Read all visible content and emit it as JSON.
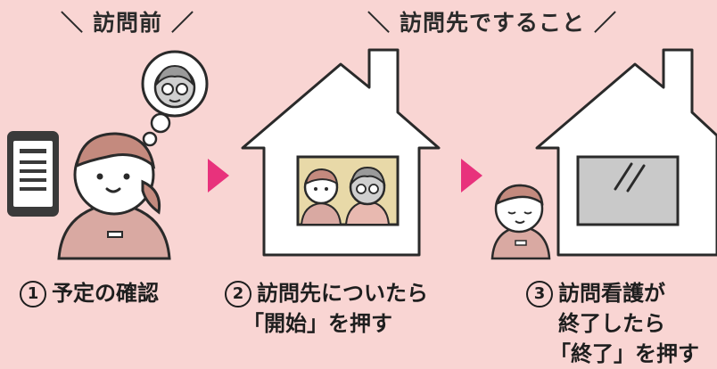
{
  "headers": {
    "before_visit": "訪問前",
    "at_visit": "訪問先ですること",
    "slash_left": "＼",
    "slash_right": "／"
  },
  "steps": [
    {
      "number": "1",
      "text": "予定の確認"
    },
    {
      "number": "2",
      "lines": [
        "訪問先についたら",
        "「開始」を押す"
      ]
    },
    {
      "number": "3",
      "lines": [
        "訪問看護が",
        "終了したら",
        "「終了」を押す"
      ]
    }
  ],
  "icons": {
    "phone": "smartphone-icon",
    "house": "house-icon",
    "arrow": "right-triangle-arrow"
  },
  "colors": {
    "background": "#f9d5d3",
    "arrow": "#e8327c",
    "outline": "#2a2a2a",
    "uniform": "#d9a9a2",
    "hair": "#c48a7e",
    "photo_bg": "#e8d9a8",
    "window_glass": "#c9c9c9"
  }
}
